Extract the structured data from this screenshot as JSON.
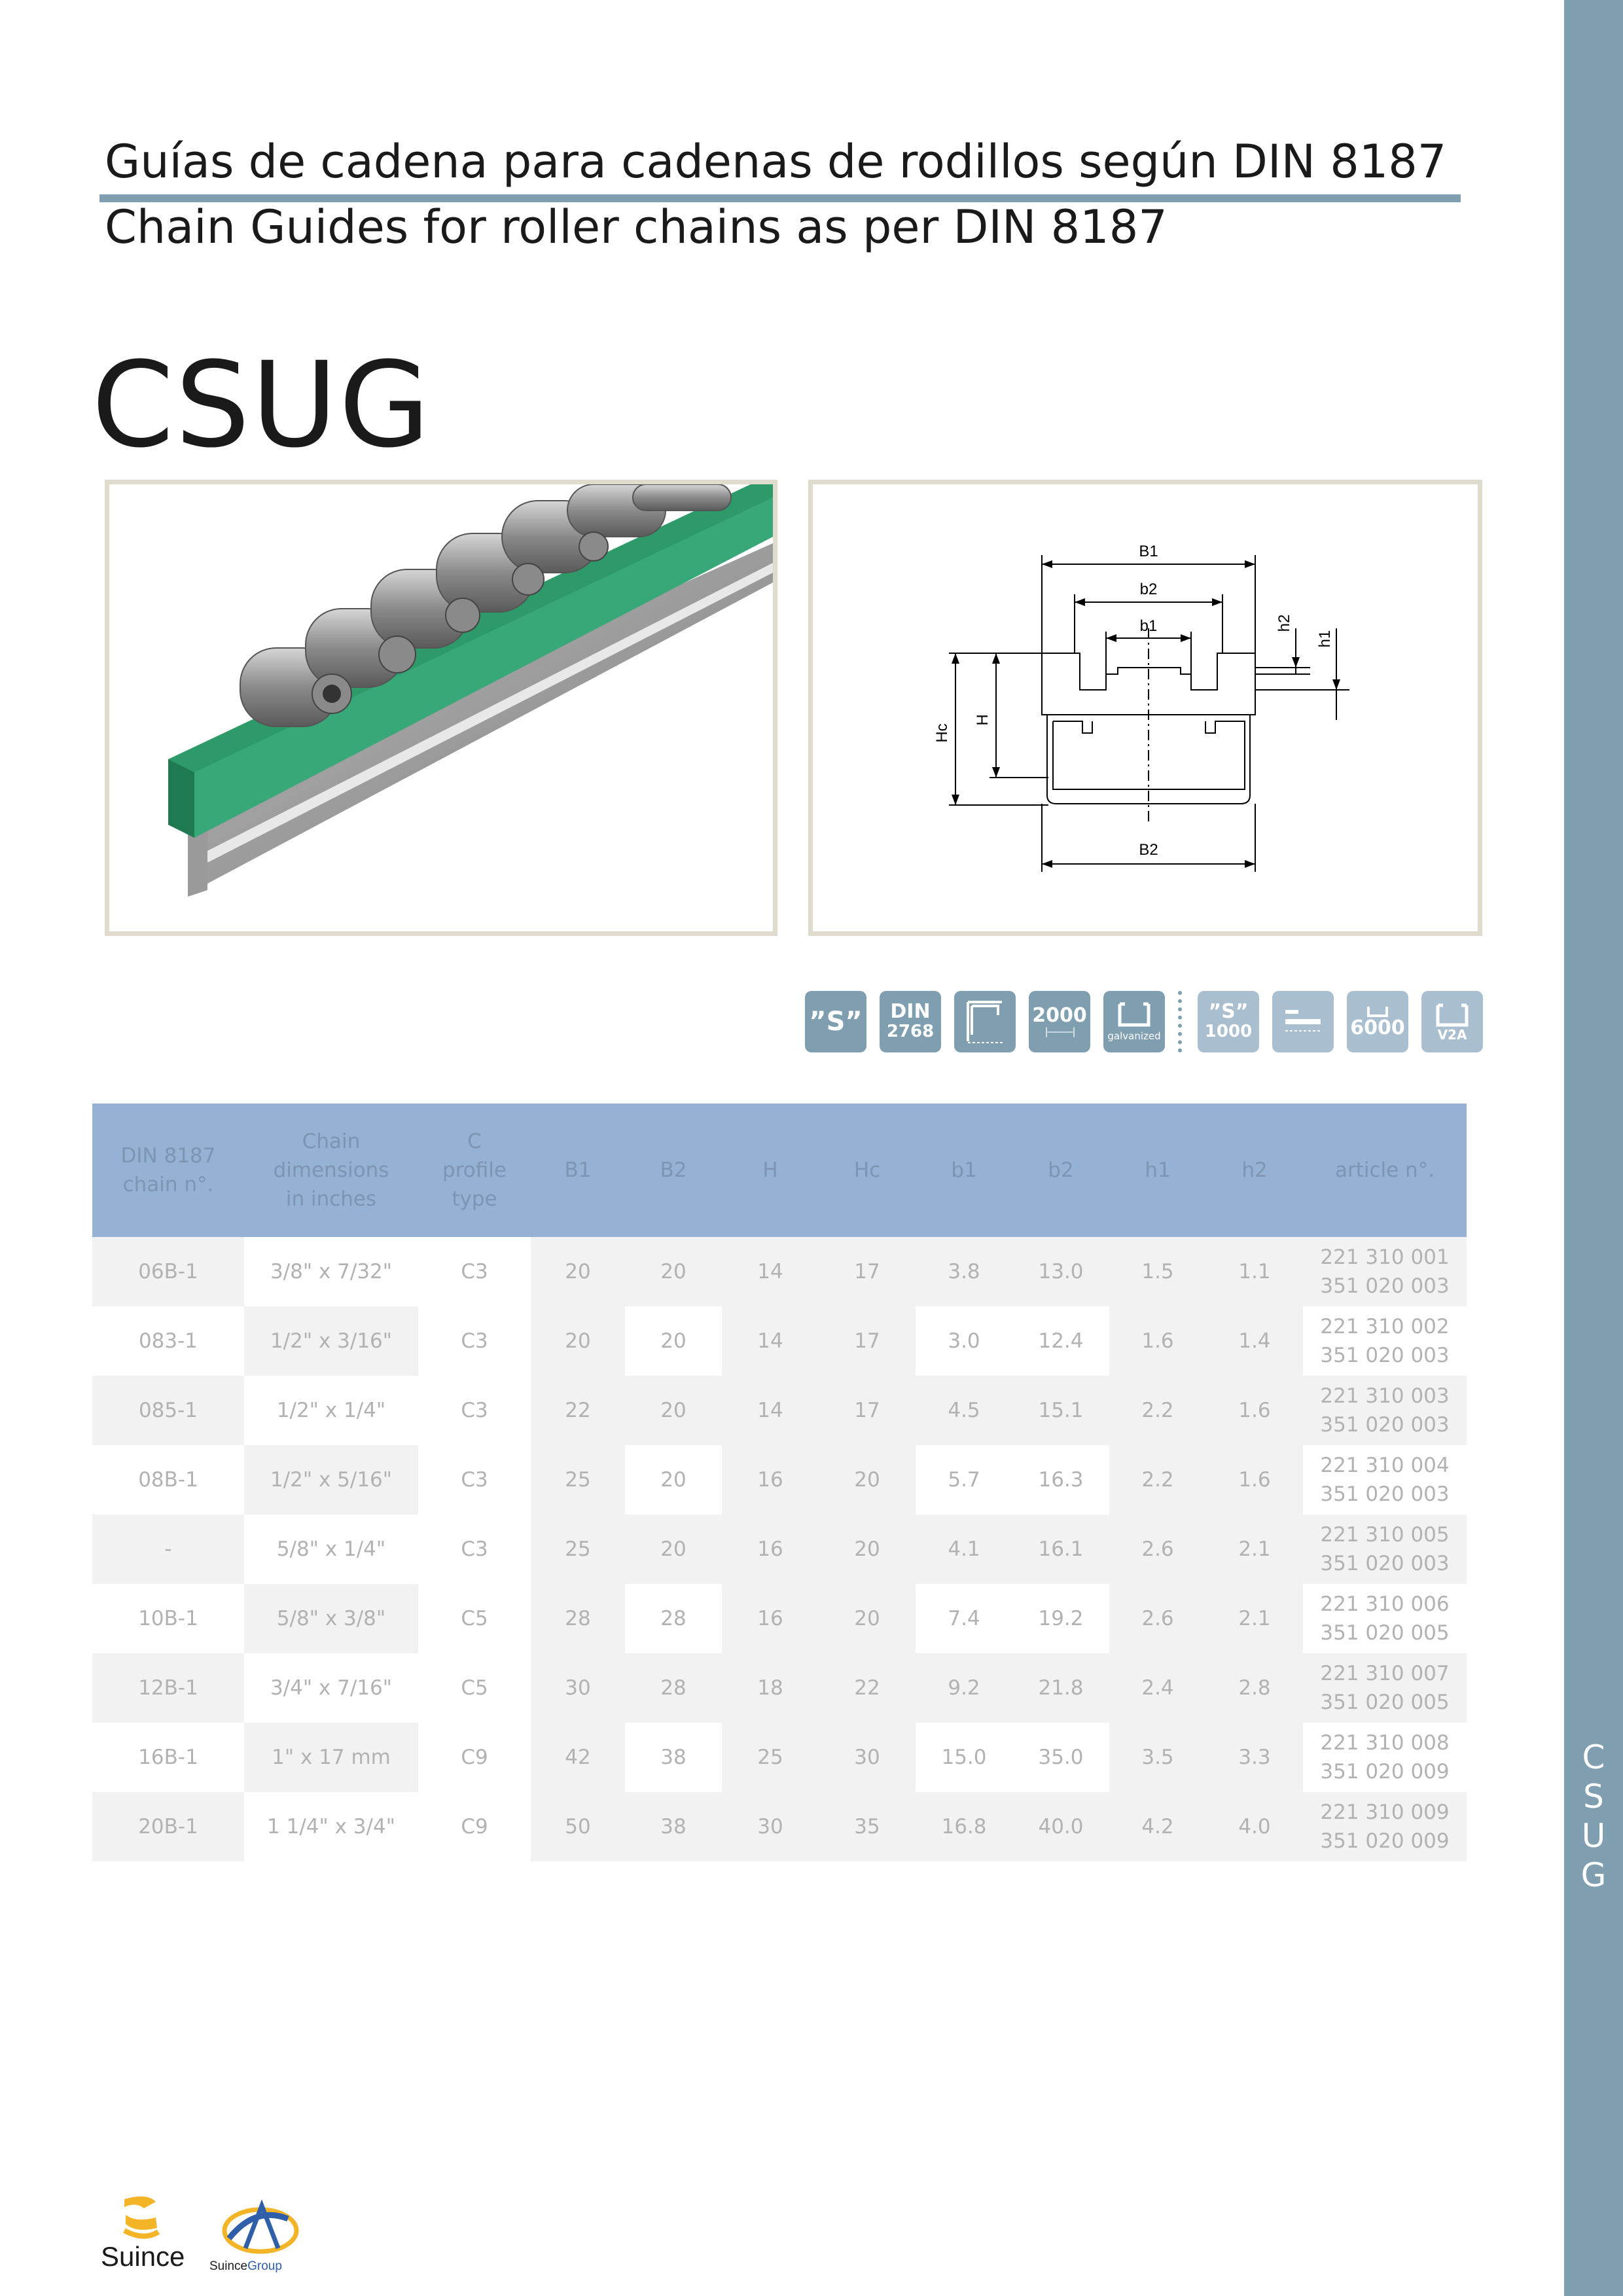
{
  "header": {
    "title_es": "Guías de cadena para cadenas de rodillos según DIN 8187",
    "title_en": "Chain Guides for roller chains as per DIN 8187"
  },
  "product_code": "CSUG",
  "sidebar": {
    "letters": [
      "C",
      "S",
      "U",
      "G"
    ]
  },
  "drawing_labels": {
    "B1": "B1",
    "b2": "b2",
    "b1": "b1",
    "h2": "h2",
    "h1": "h1",
    "Hc": "Hc",
    "H": "H",
    "B2": "B2"
  },
  "badges": [
    {
      "name": "s-badge",
      "line1": "”S”",
      "line2": "",
      "color": "#7f9fb1"
    },
    {
      "name": "din-2768-badge",
      "line1": "DIN",
      "line2": "2768",
      "color": "#7f9fb1"
    },
    {
      "name": "profile-angle-badge",
      "line1": "",
      "line2": "",
      "color": "#7f9fb1"
    },
    {
      "name": "length-2000-badge",
      "line1": "2000",
      "line2": "",
      "color": "#7f9fb1"
    },
    {
      "name": "galvanized-badge",
      "line1": "",
      "line2": "galvanized",
      "color": "#7f9fb1"
    },
    {
      "name": "s-1000-badge",
      "line1": "”S”",
      "line2": "1000",
      "color": "#a9bfcf"
    },
    {
      "name": "strip-badge",
      "line1": "",
      "line2": "",
      "color": "#a9bfcf"
    },
    {
      "name": "length-6000-badge",
      "line1": "6000",
      "line2": "",
      "color": "#a9bfcf"
    },
    {
      "name": "v2a-badge",
      "line1": "",
      "line2": "V2A",
      "color": "#a9bfcf"
    }
  ],
  "table": {
    "headers": [
      "DIN 8187\nchain n°.",
      "Chain\ndimensions\nin inches",
      "C\nprofile\ntype",
      "B1",
      "B2",
      "H",
      "Hc",
      "b1",
      "b2",
      "h1",
      "h2",
      "article n°."
    ],
    "rows": [
      {
        "chain": "06B-1",
        "dims": "3/8\" x 7/32\"",
        "profile": "C3",
        "B1": "20",
        "B2": "20",
        "H": "14",
        "Hc": "17",
        "b1": "3.8",
        "b2": "13.0",
        "h1": "1.5",
        "h2": "1.1",
        "article1": "221 310 001",
        "article2": "351 020 003"
      },
      {
        "chain": "083-1",
        "dims": "1/2\" x 3/16\"",
        "profile": "C3",
        "B1": "20",
        "B2": "20",
        "H": "14",
        "Hc": "17",
        "b1": "3.0",
        "b2": "12.4",
        "h1": "1.6",
        "h2": "1.4",
        "article1": "221 310 002",
        "article2": "351 020 003"
      },
      {
        "chain": "085-1",
        "dims": "1/2\" x 1/4\"",
        "profile": "C3",
        "B1": "22",
        "B2": "20",
        "H": "14",
        "Hc": "17",
        "b1": "4.5",
        "b2": "15.1",
        "h1": "2.2",
        "h2": "1.6",
        "article1": "221 310 003",
        "article2": "351 020 003"
      },
      {
        "chain": "08B-1",
        "dims": "1/2\" x 5/16\"",
        "profile": "C3",
        "B1": "25",
        "B2": "20",
        "H": "16",
        "Hc": "20",
        "b1": "5.7",
        "b2": "16.3",
        "h1": "2.2",
        "h2": "1.6",
        "article1": "221 310 004",
        "article2": "351 020 003"
      },
      {
        "chain": "-",
        "dims": "5/8\" x 1/4\"",
        "profile": "C3",
        "B1": "25",
        "B2": "20",
        "H": "16",
        "Hc": "20",
        "b1": "4.1",
        "b2": "16.1",
        "h1": "2.6",
        "h2": "2.1",
        "article1": "221 310 005",
        "article2": "351 020 003"
      },
      {
        "chain": "10B-1",
        "dims": "5/8\" x 3/8\"",
        "profile": "C5",
        "B1": "28",
        "B2": "28",
        "H": "16",
        "Hc": "20",
        "b1": "7.4",
        "b2": "19.2",
        "h1": "2.6",
        "h2": "2.1",
        "article1": "221 310 006",
        "article2": "351 020 005"
      },
      {
        "chain": "12B-1",
        "dims": "3/4\" x 7/16\"",
        "profile": "C5",
        "B1": "30",
        "B2": "28",
        "H": "18",
        "Hc": "22",
        "b1": "9.2",
        "b2": "21.8",
        "h1": "2.4",
        "h2": "2.8",
        "article1": "221 310 007",
        "article2": "351 020 005"
      },
      {
        "chain": "16B-1",
        "dims": "1\" x 17 mm",
        "profile": "C9",
        "B1": "42",
        "B2": "38",
        "H": "25",
        "Hc": "30",
        "b1": "15.0",
        "b2": "35.0",
        "h1": "3.5",
        "h2": "3.3",
        "article1": "221 310 008",
        "article2": "351 020 009"
      },
      {
        "chain": "20B-1",
        "dims": "1 1/4\" x 3/4\"",
        "profile": "C9",
        "B1": "50",
        "B2": "38",
        "H": "30",
        "Hc": "35",
        "b1": "16.8",
        "b2": "40.0",
        "h1": "4.2",
        "h2": "4.0",
        "article1": "221 310 009",
        "article2": "351 020 009"
      }
    ]
  },
  "footer": {
    "logo1_text": "Suince",
    "logo2_text_a": "Suince",
    "logo2_text_b": "Group"
  }
}
